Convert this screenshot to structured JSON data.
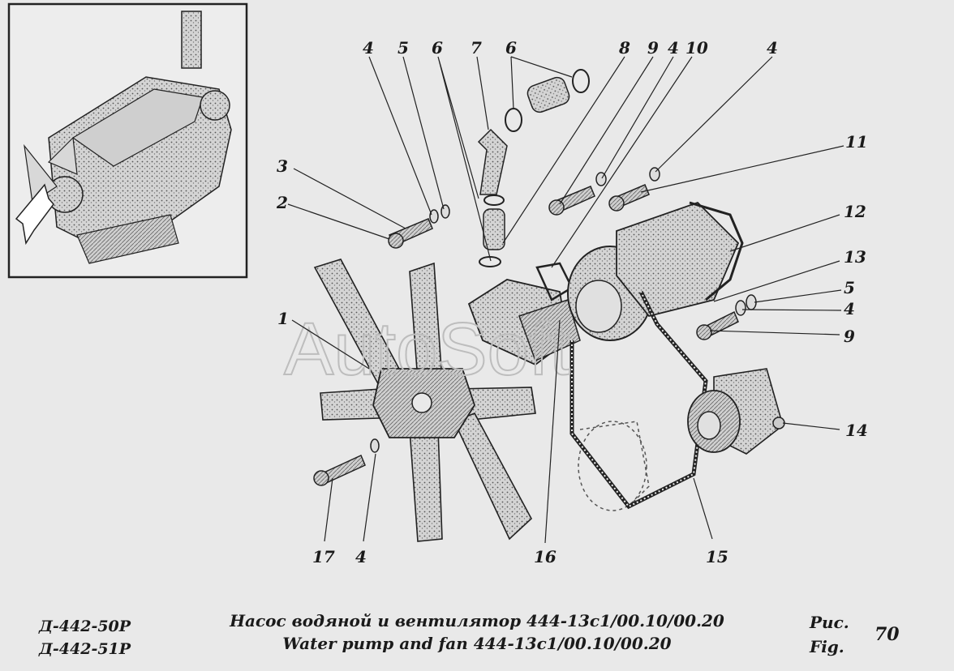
{
  "callouts": [
    {
      "id": "1",
      "label": "1"
    },
    {
      "id": "2",
      "label": "2"
    },
    {
      "id": "3",
      "label": "3"
    },
    {
      "id": "4a",
      "label": "4"
    },
    {
      "id": "5a",
      "label": "5"
    },
    {
      "id": "6a",
      "label": "6"
    },
    {
      "id": "7",
      "label": "7"
    },
    {
      "id": "6b",
      "label": "6"
    },
    {
      "id": "8",
      "label": "8"
    },
    {
      "id": "9a",
      "label": "9"
    },
    {
      "id": "4b",
      "label": "4"
    },
    {
      "id": "10",
      "label": "10"
    },
    {
      "id": "4c",
      "label": "4"
    },
    {
      "id": "11",
      "label": "11"
    },
    {
      "id": "12",
      "label": "12"
    },
    {
      "id": "13",
      "label": "13"
    },
    {
      "id": "5b",
      "label": "5"
    },
    {
      "id": "4d",
      "label": "4"
    },
    {
      "id": "9b",
      "label": "9"
    },
    {
      "id": "14",
      "label": "14"
    },
    {
      "id": "15",
      "label": "15"
    },
    {
      "id": "16",
      "label": "16"
    },
    {
      "id": "17",
      "label": "17"
    },
    {
      "id": "4e",
      "label": "4"
    }
  ],
  "watermark": "AutoSoft",
  "footer": {
    "model_1": "Д-442-50Р",
    "model_2": "Д-442-51Р",
    "title_ru": "Насос водяной и вентилятор 444-13с1/00.10/00.20",
    "title_en": "Water pump and fan 444-13с1/00.10/00.20",
    "fig_ru": "Рис.",
    "fig_en": "Fig.",
    "fig_number": "70"
  },
  "colors": {
    "background": "#e9e9e9",
    "ink": "#1a1a1a",
    "watermark": "#bdbdbd"
  }
}
